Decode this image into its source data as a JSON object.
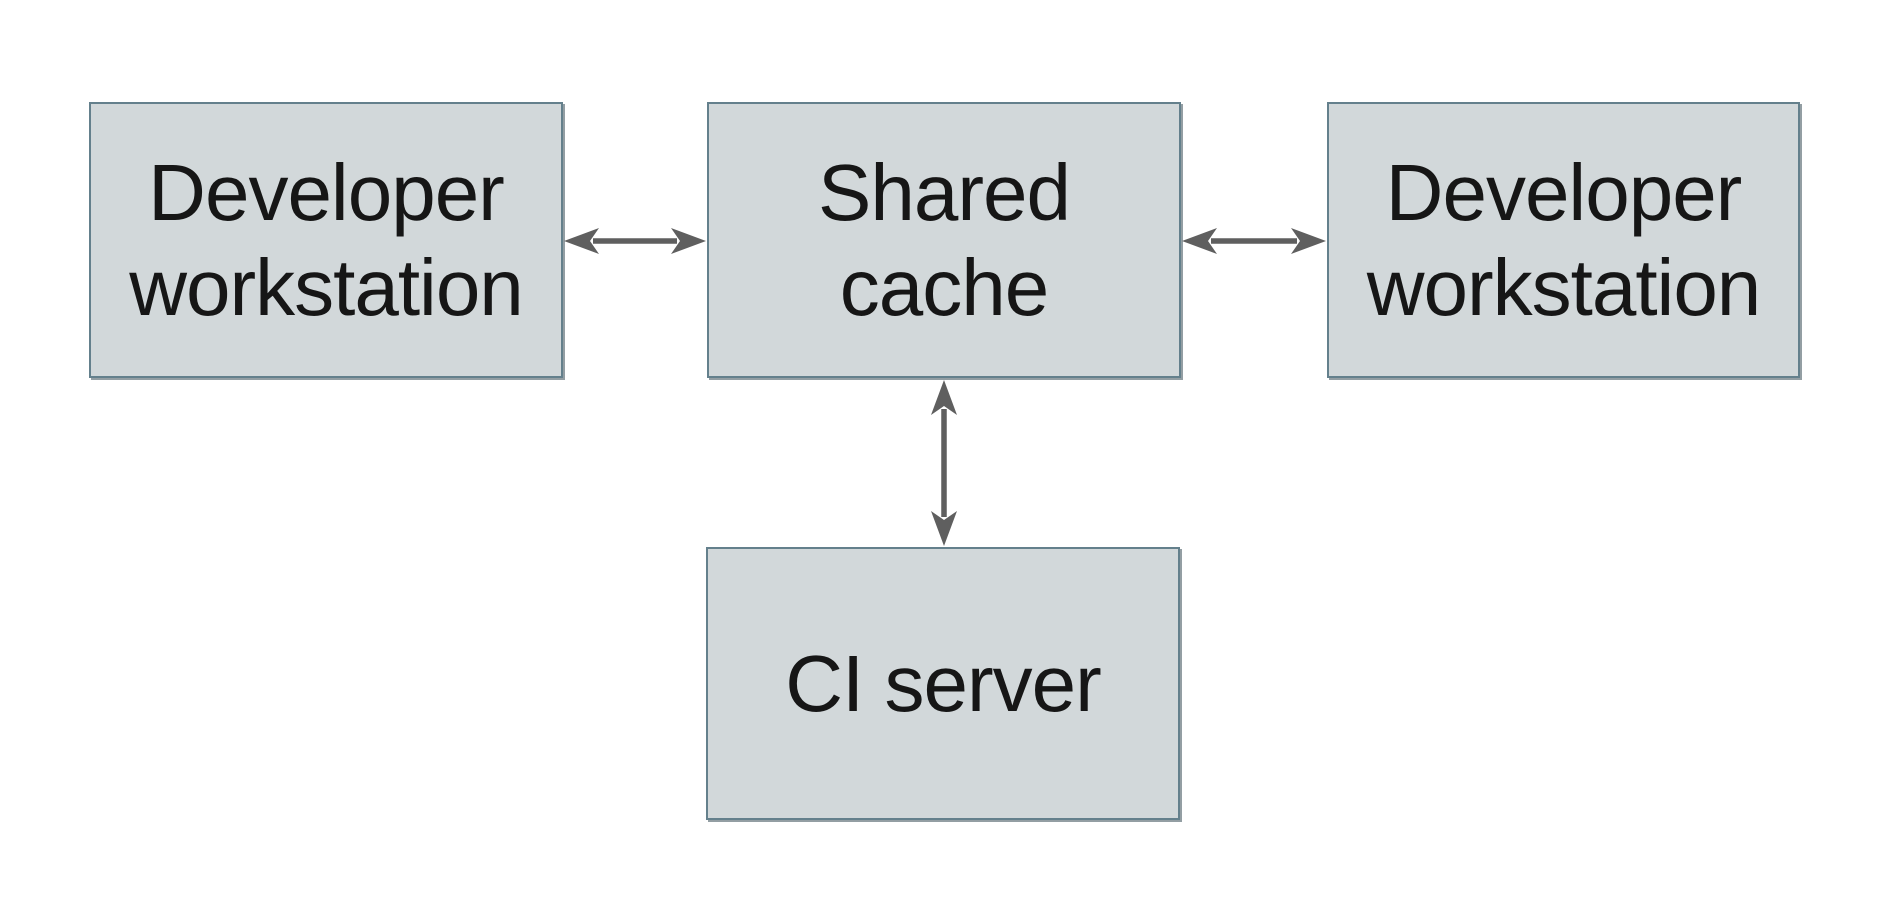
{
  "diagram": {
    "nodes": [
      {
        "id": "developer-workstation-left",
        "label": "Developer workstation"
      },
      {
        "id": "shared-cache",
        "label": "Shared cache"
      },
      {
        "id": "developer-workstation-right",
        "label": "Developer workstation"
      },
      {
        "id": "ci-server",
        "label": "CI server"
      }
    ],
    "edges": [
      {
        "from": "developer-workstation-left",
        "to": "shared-cache",
        "style": "double-headed-arrow"
      },
      {
        "from": "shared-cache",
        "to": "developer-workstation-right",
        "style": "double-headed-arrow"
      },
      {
        "from": "shared-cache",
        "to": "ci-server",
        "style": "double-headed-arrow"
      }
    ],
    "colors": {
      "background": "#ffffff",
      "node_fill": "#d2d8da",
      "node_border": "#64808c",
      "node_text": "#161616",
      "arrow": "#5f5f5f"
    }
  }
}
